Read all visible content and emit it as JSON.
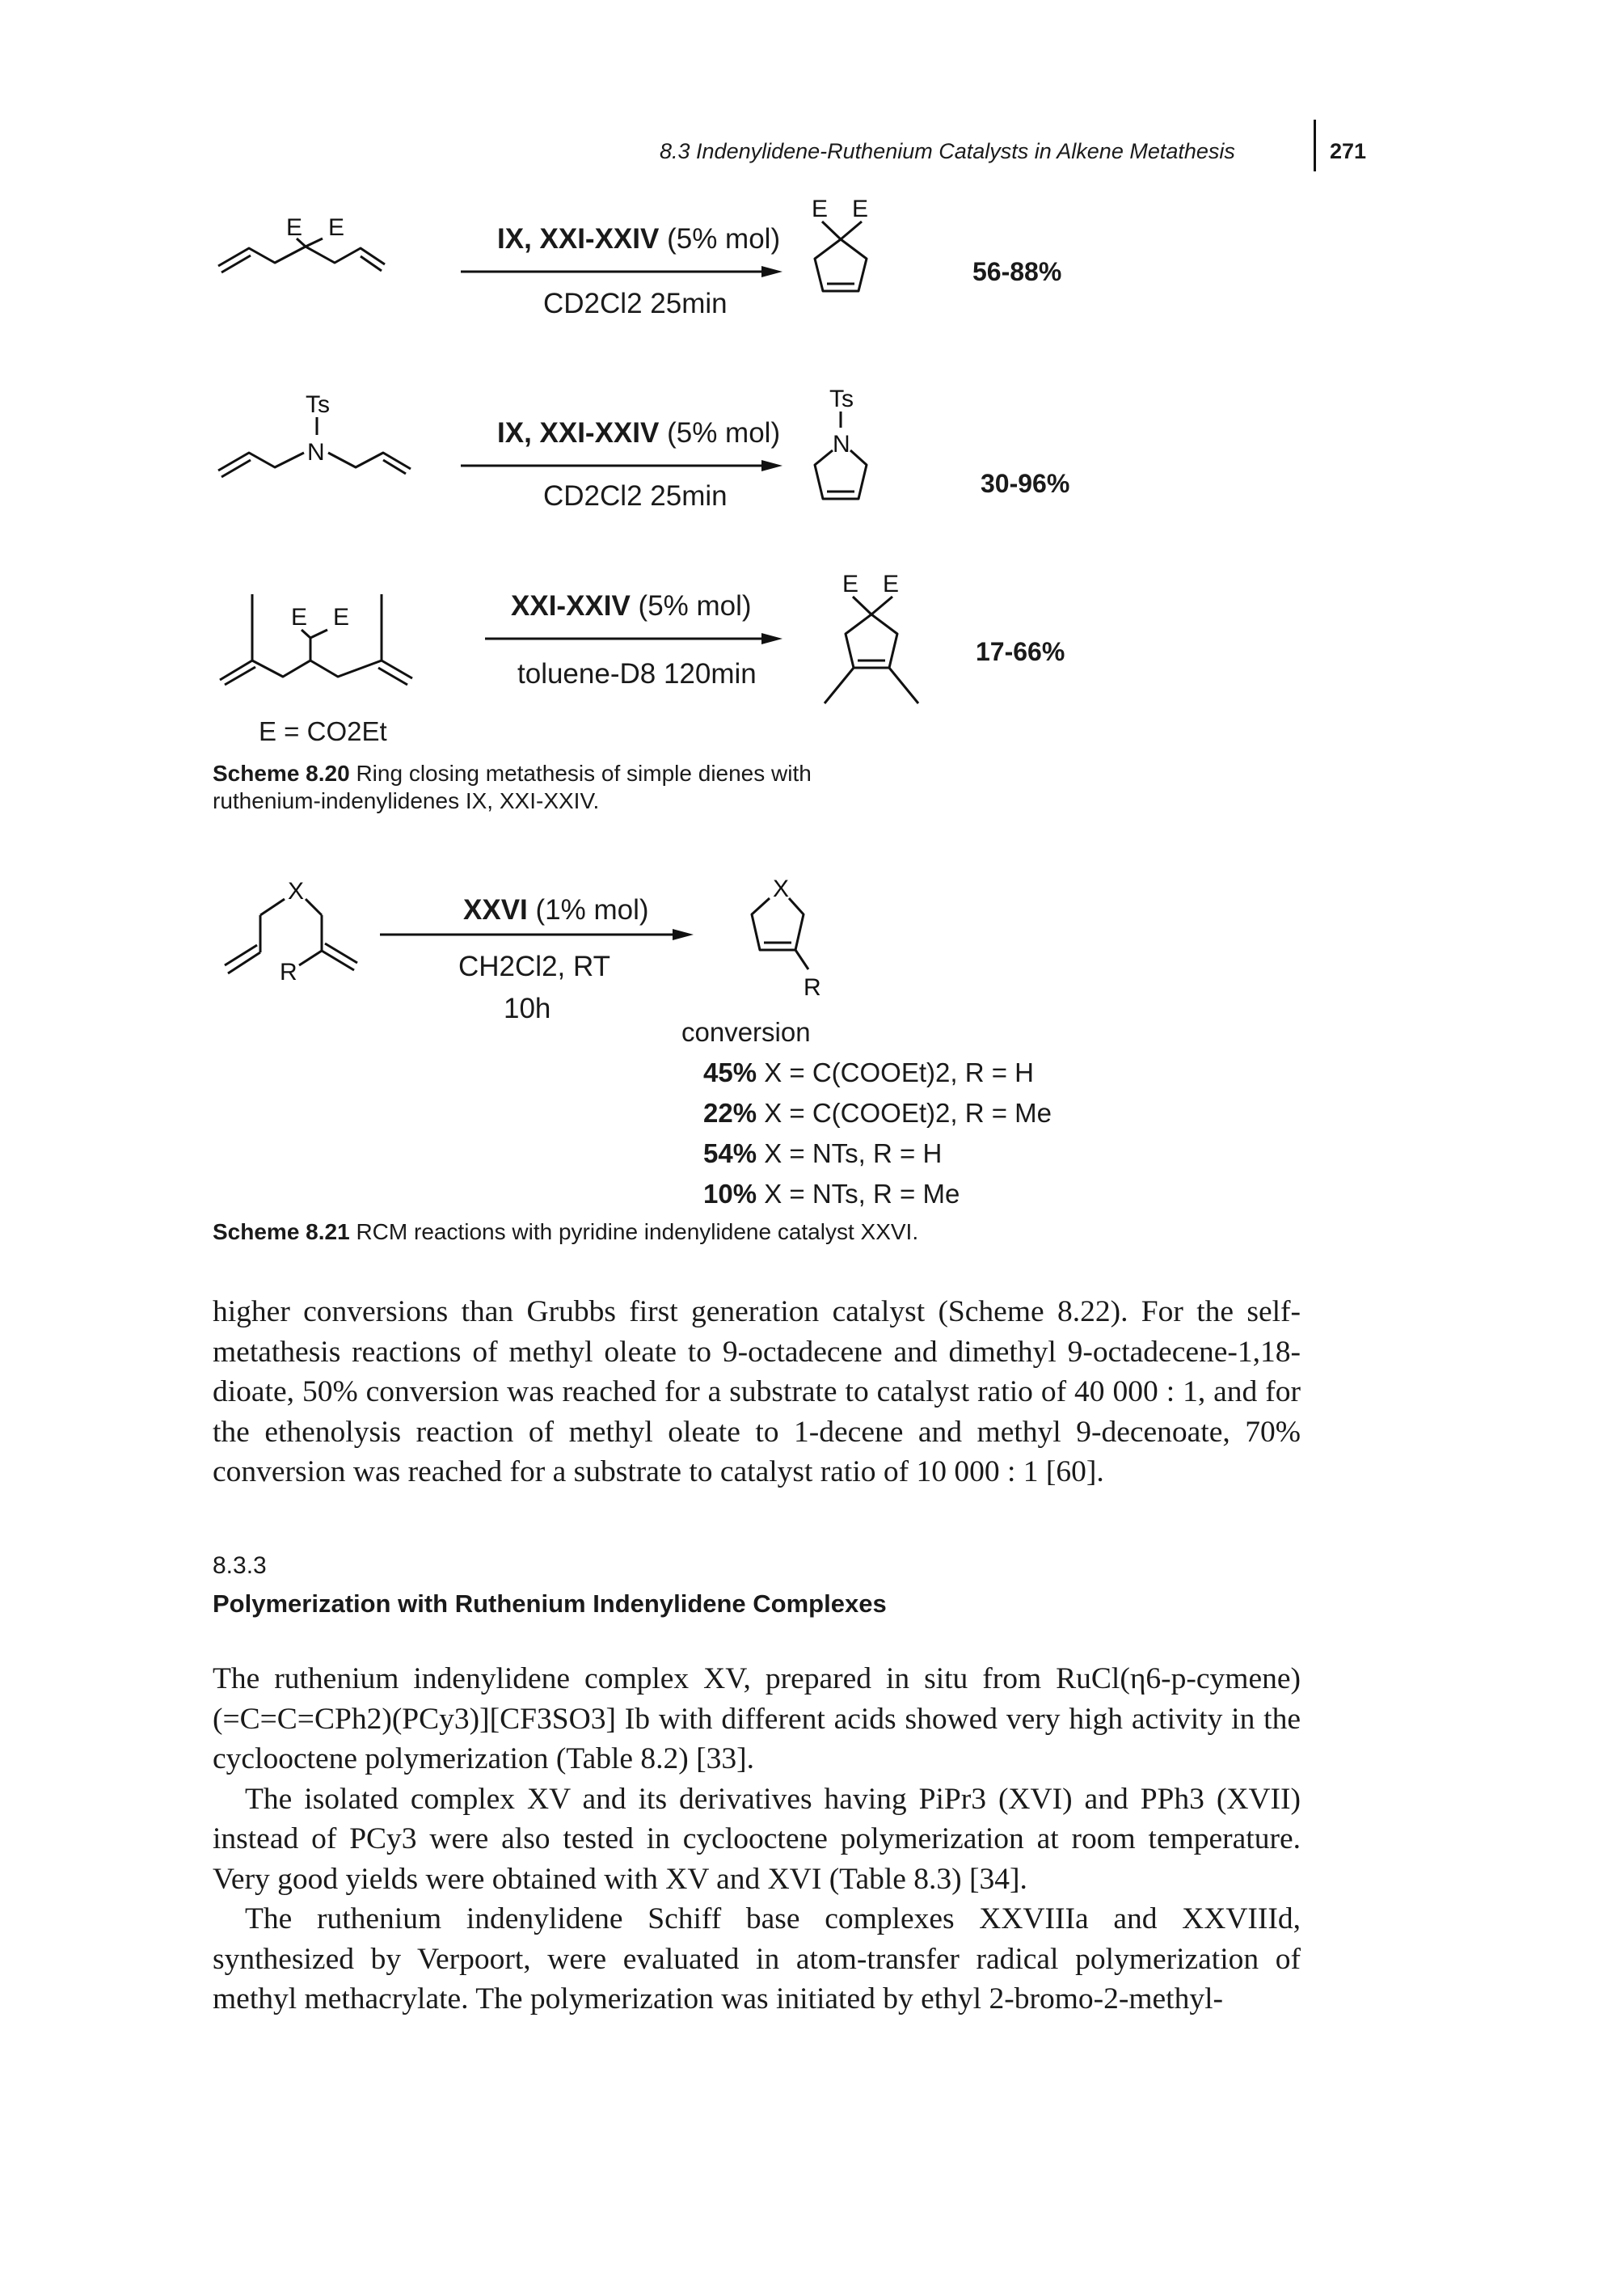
{
  "header": {
    "running_title": "8.3 Indenylidene-Ruthenium Catalysts in Alkene Metathesis",
    "page_number": "271"
  },
  "scheme_8_20": {
    "reactions": [
      {
        "catalyst_bold": "IX, XXI-XXIV",
        "catalyst_rest": " (5% mol)",
        "solvent": "CD2Cl2 25min",
        "yield": "56-88%"
      },
      {
        "catalyst_bold": "IX, XXI-XXIV",
        "catalyst_rest": " (5% mol)",
        "solvent": "CD2Cl2 25min",
        "yield": "30-96%"
      },
      {
        "catalyst_bold": "XXI-XXIV",
        "catalyst_rest": " (5% mol)",
        "solvent": "toluene-D8 120min",
        "yield": "17-66%"
      }
    ],
    "definition": "E = CO2Et",
    "caption_label": "Scheme 8.20",
    "caption_text": " Ring closing metathesis of simple dienes with ruthenium-indenylidenes IX, XXI-XXIV."
  },
  "scheme_8_21": {
    "catalyst_bold": "XXVI",
    "catalyst_rest": " (1% mol)",
    "solvent": "CH2Cl2, RT",
    "time": "10h",
    "conversion_label": "conversion",
    "conversions": [
      {
        "pct": "45%",
        "desc": " X = C(COOEt)2, R = H"
      },
      {
        "pct": "22%",
        "desc": " X = C(COOEt)2, R = Me"
      },
      {
        "pct": "54%",
        "desc": " X = NTs, R = H"
      },
      {
        "pct": "10%",
        "desc": " X = NTs, R = Me"
      }
    ],
    "caption_label": "Scheme 8.21",
    "caption_text": " RCM reactions with pyridine indenylidene catalyst XXVI."
  },
  "body": {
    "para1": "higher conversions than Grubbs first generation catalyst (Scheme 8.22). For the self-metathesis reactions of methyl oleate to 9-octadecene and dimethyl 9-octadecene-1,18-dioate, 50% conversion was reached for a substrate to catalyst ratio of 40 000 : 1, and for the ethenolysis reaction of methyl oleate to 1-decene and methyl 9-decenoate, 70% conversion was reached for a substrate to catalyst ratio of 10 000 : 1 [60].",
    "section_number": "8.3.3",
    "section_title": "Polymerization with Ruthenium Indenylidene Complexes",
    "para2": "The ruthenium indenylidene complex XV, prepared in situ from RuCl(η6-p-cymene)(=C=C=CPh2)(PCy3)][CF3SO3] Ib with different acids showed very high activity in the cyclooctene polymerization (Table 8.2) [33].",
    "para3": "The isolated complex XV and its derivatives having PiPr3 (XVI) and PPh3 (XVII) instead of PCy3 were also tested in cyclooctene polymerization at room temperature. Very good yields were obtained with XV and XVI (Table 8.3) [34].",
    "para4": "The ruthenium indenylidene Schiff base complexes XXVIIIa and XXVIIId, synthesized by Verpoort, were evaluated in atom-transfer radical polymerization of methyl methacrylate. The polymerization was initiated by ethyl 2-bromo-2-methyl-"
  }
}
